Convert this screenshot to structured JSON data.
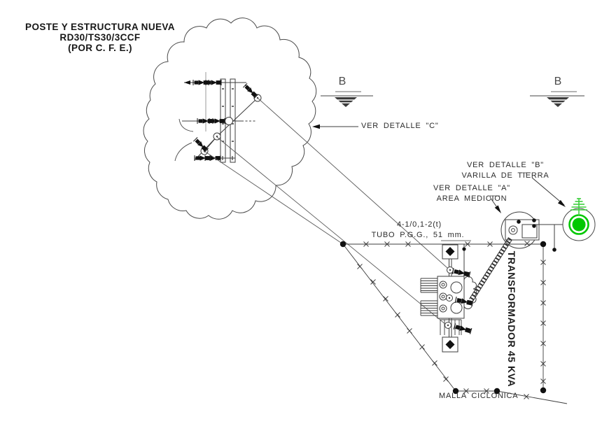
{
  "title": {
    "line1": "POSTE Y ESTRUCTURA NUEVA",
    "line2": "RD30/TS30/3CCF",
    "line3": "(POR C. F. E.)"
  },
  "annotations": {
    "detail_c": "VER DETALLE \"C\"",
    "detail_b_line1": "VER DETALLE \"B\"",
    "detail_b_line2": "VARILLA DE TIERRA",
    "detail_a_line1": "VER DETALLE \"A\"",
    "detail_a_line2": "AREA MEDICION",
    "conductor": "4-1/0,1-2(t)",
    "conduit": "TUBO P.G.G., 51 mm.",
    "transformer": "TRANSFORMADOR 45 KVA",
    "fence": "MALLA CICLONICA"
  },
  "section_markers": {
    "left": "B",
    "right": "B"
  },
  "colors": {
    "line": "#3c3c3c",
    "ground_green": "#00c800",
    "ground_green_light": "#3ecf3e"
  }
}
